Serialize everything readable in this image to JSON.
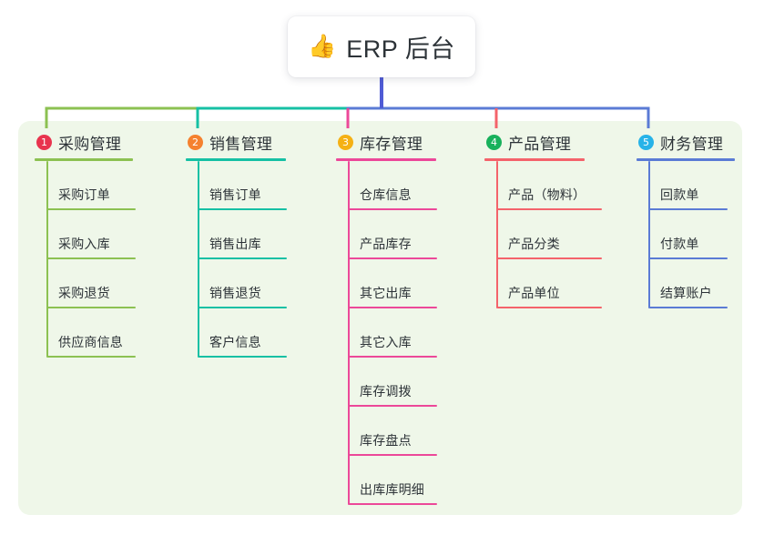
{
  "title": {
    "emoji": "👍",
    "emoji_name": "thumbs-up-emoji",
    "text": "ERP 后台"
  },
  "colors": {
    "panel_background": "#eff7e9",
    "page_background": "#ffffff",
    "text": "#2d3338",
    "root_connector": "#4f5bd5"
  },
  "branches": [
    {
      "number": "1",
      "title": "采购管理",
      "badge_color": "#e8344e",
      "line_color": "#8cc152",
      "items": [
        {
          "label": "采购订单"
        },
        {
          "label": "采购入库"
        },
        {
          "label": "采购退货"
        },
        {
          "label": "供应商信息"
        }
      ]
    },
    {
      "number": "2",
      "title": "销售管理",
      "badge_color": "#f5812f",
      "line_color": "#16c0a4",
      "items": [
        {
          "label": "销售订单"
        },
        {
          "label": "销售出库"
        },
        {
          "label": "销售退货"
        },
        {
          "label": "客户信息"
        }
      ]
    },
    {
      "number": "3",
      "title": "库存管理",
      "badge_color": "#f5b115",
      "line_color": "#ec4899",
      "items": [
        {
          "label": "仓库信息"
        },
        {
          "label": "产品库存"
        },
        {
          "label": "其它出库"
        },
        {
          "label": "其它入库"
        },
        {
          "label": "库存调拨"
        },
        {
          "label": "库存盘点"
        },
        {
          "label": "出库库明细"
        }
      ]
    },
    {
      "number": "4",
      "title": "产品管理",
      "badge_color": "#18b15c",
      "line_color": "#f4636b",
      "items": [
        {
          "label": "产品（物料）"
        },
        {
          "label": "产品分类"
        },
        {
          "label": "产品单位"
        }
      ]
    },
    {
      "number": "5",
      "title": "财务管理",
      "badge_color": "#28b3e8",
      "line_color": "#5b7bd5",
      "items": [
        {
          "label": "回款单"
        },
        {
          "label": "付款单"
        },
        {
          "label": "结算账户"
        }
      ]
    }
  ],
  "layout": {
    "branch_left": [
      38,
      204,
      369,
      532,
      699
    ],
    "head_rule_width": [
      108,
      110,
      110,
      110,
      108
    ],
    "item_rule_width": [
      97,
      97,
      97,
      115,
      86
    ]
  }
}
